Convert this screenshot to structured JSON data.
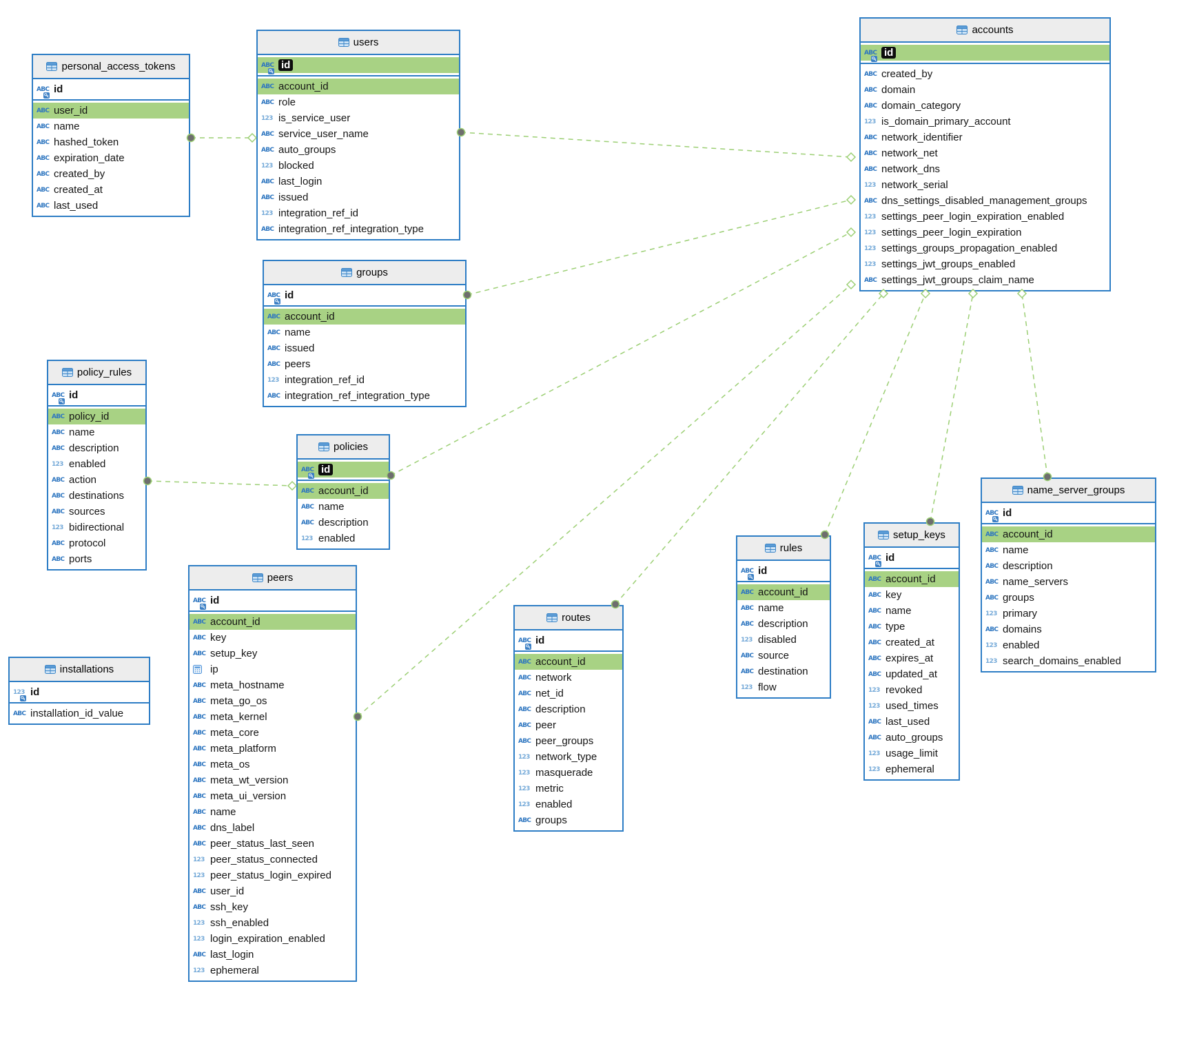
{
  "diagram": {
    "type": "entity-relationship-diagram",
    "type_icons": {
      "text": "ABC",
      "num": "123"
    },
    "colors": {
      "table_border": "#2d7dc5",
      "header_bg": "#ededed",
      "fk_highlight": "#a8d284",
      "relationship_line": "#9ccf74",
      "text_type_icon": "#2e76c0",
      "numeric_type_icon": "#74a9d8",
      "selected_box_bg": "#0d0d0d"
    },
    "tables": [
      {
        "name": "personal_access_tokens",
        "columns": [
          {
            "name": "id",
            "type": "text",
            "pk": true
          },
          {
            "name": "user_id",
            "type": "text",
            "hl": true
          },
          {
            "name": "name",
            "type": "text"
          },
          {
            "name": "hashed_token",
            "type": "text"
          },
          {
            "name": "expiration_date",
            "type": "text"
          },
          {
            "name": "created_by",
            "type": "text"
          },
          {
            "name": "created_at",
            "type": "text"
          },
          {
            "name": "last_used",
            "type": "text"
          }
        ]
      },
      {
        "name": "users",
        "columns": [
          {
            "name": "id",
            "type": "text",
            "pk": true,
            "hl": true,
            "sel": true
          },
          {
            "name": "account_id",
            "type": "text",
            "hl": true
          },
          {
            "name": "role",
            "type": "text"
          },
          {
            "name": "is_service_user",
            "type": "num"
          },
          {
            "name": "service_user_name",
            "type": "text"
          },
          {
            "name": "auto_groups",
            "type": "text"
          },
          {
            "name": "blocked",
            "type": "num"
          },
          {
            "name": "last_login",
            "type": "text"
          },
          {
            "name": "issued",
            "type": "text"
          },
          {
            "name": "integration_ref_id",
            "type": "num"
          },
          {
            "name": "integration_ref_integration_type",
            "type": "text"
          }
        ]
      },
      {
        "name": "accounts",
        "columns": [
          {
            "name": "id",
            "type": "text",
            "pk": true,
            "hl": true,
            "sel": true
          },
          {
            "name": "created_by",
            "type": "text"
          },
          {
            "name": "domain",
            "type": "text"
          },
          {
            "name": "domain_category",
            "type": "text"
          },
          {
            "name": "is_domain_primary_account",
            "type": "num"
          },
          {
            "name": "network_identifier",
            "type": "text"
          },
          {
            "name": "network_net",
            "type": "text"
          },
          {
            "name": "network_dns",
            "type": "text"
          },
          {
            "name": "network_serial",
            "type": "num"
          },
          {
            "name": "dns_settings_disabled_management_groups",
            "type": "text"
          },
          {
            "name": "settings_peer_login_expiration_enabled",
            "type": "num"
          },
          {
            "name": "settings_peer_login_expiration",
            "type": "num"
          },
          {
            "name": "settings_groups_propagation_enabled",
            "type": "num"
          },
          {
            "name": "settings_jwt_groups_enabled",
            "type": "num"
          },
          {
            "name": "settings_jwt_groups_claim_name",
            "type": "text"
          }
        ]
      },
      {
        "name": "groups",
        "columns": [
          {
            "name": "id",
            "type": "text",
            "pk": true
          },
          {
            "name": "account_id",
            "type": "text",
            "hl": true
          },
          {
            "name": "name",
            "type": "text"
          },
          {
            "name": "issued",
            "type": "text"
          },
          {
            "name": "peers",
            "type": "text"
          },
          {
            "name": "integration_ref_id",
            "type": "num"
          },
          {
            "name": "integration_ref_integration_type",
            "type": "text"
          }
        ]
      },
      {
        "name": "policy_rules",
        "columns": [
          {
            "name": "id",
            "type": "text",
            "pk": true
          },
          {
            "name": "policy_id",
            "type": "text",
            "hl": true
          },
          {
            "name": "name",
            "type": "text"
          },
          {
            "name": "description",
            "type": "text"
          },
          {
            "name": "enabled",
            "type": "num"
          },
          {
            "name": "action",
            "type": "text"
          },
          {
            "name": "destinations",
            "type": "text"
          },
          {
            "name": "sources",
            "type": "text"
          },
          {
            "name": "bidirectional",
            "type": "num"
          },
          {
            "name": "protocol",
            "type": "text"
          },
          {
            "name": "ports",
            "type": "text"
          }
        ]
      },
      {
        "name": "policies",
        "columns": [
          {
            "name": "id",
            "type": "text",
            "pk": true,
            "hl": true,
            "sel": true
          },
          {
            "name": "account_id",
            "type": "text",
            "hl": true
          },
          {
            "name": "name",
            "type": "text"
          },
          {
            "name": "description",
            "type": "text"
          },
          {
            "name": "enabled",
            "type": "num"
          }
        ]
      },
      {
        "name": "peers",
        "columns": [
          {
            "name": "id",
            "type": "text",
            "pk": true
          },
          {
            "name": "account_id",
            "type": "text",
            "hl": true
          },
          {
            "name": "key",
            "type": "text"
          },
          {
            "name": "setup_key",
            "type": "text"
          },
          {
            "name": "ip",
            "type": "binary"
          },
          {
            "name": "meta_hostname",
            "type": "text"
          },
          {
            "name": "meta_go_os",
            "type": "text"
          },
          {
            "name": "meta_kernel",
            "type": "text"
          },
          {
            "name": "meta_core",
            "type": "text"
          },
          {
            "name": "meta_platform",
            "type": "text"
          },
          {
            "name": "meta_os",
            "type": "text"
          },
          {
            "name": "meta_wt_version",
            "type": "text"
          },
          {
            "name": "meta_ui_version",
            "type": "text"
          },
          {
            "name": "name",
            "type": "text"
          },
          {
            "name": "dns_label",
            "type": "text"
          },
          {
            "name": "peer_status_last_seen",
            "type": "text"
          },
          {
            "name": "peer_status_connected",
            "type": "num"
          },
          {
            "name": "peer_status_login_expired",
            "type": "num"
          },
          {
            "name": "user_id",
            "type": "text"
          },
          {
            "name": "ssh_key",
            "type": "text"
          },
          {
            "name": "ssh_enabled",
            "type": "num"
          },
          {
            "name": "login_expiration_enabled",
            "type": "num"
          },
          {
            "name": "last_login",
            "type": "text"
          },
          {
            "name": "ephemeral",
            "type": "num"
          }
        ]
      },
      {
        "name": "installations",
        "columns": [
          {
            "name": "id",
            "type": "num",
            "pk": true
          },
          {
            "name": "installation_id_value",
            "type": "text"
          }
        ]
      },
      {
        "name": "routes",
        "columns": [
          {
            "name": "id",
            "type": "text",
            "pk": true
          },
          {
            "name": "account_id",
            "type": "text",
            "hl": true
          },
          {
            "name": "network",
            "type": "text"
          },
          {
            "name": "net_id",
            "type": "text"
          },
          {
            "name": "description",
            "type": "text"
          },
          {
            "name": "peer",
            "type": "text"
          },
          {
            "name": "peer_groups",
            "type": "text"
          },
          {
            "name": "network_type",
            "type": "num"
          },
          {
            "name": "masquerade",
            "type": "num"
          },
          {
            "name": "metric",
            "type": "num"
          },
          {
            "name": "enabled",
            "type": "num"
          },
          {
            "name": "groups",
            "type": "text"
          }
        ]
      },
      {
        "name": "rules",
        "columns": [
          {
            "name": "id",
            "type": "text",
            "pk": true
          },
          {
            "name": "account_id",
            "type": "text",
            "hl": true
          },
          {
            "name": "name",
            "type": "text"
          },
          {
            "name": "description",
            "type": "text"
          },
          {
            "name": "disabled",
            "type": "num"
          },
          {
            "name": "source",
            "type": "text"
          },
          {
            "name": "destination",
            "type": "text"
          },
          {
            "name": "flow",
            "type": "num"
          }
        ]
      },
      {
        "name": "setup_keys",
        "columns": [
          {
            "name": "id",
            "type": "text",
            "pk": true
          },
          {
            "name": "account_id",
            "type": "text",
            "hl": true
          },
          {
            "name": "key",
            "type": "text"
          },
          {
            "name": "name",
            "type": "text"
          },
          {
            "name": "type",
            "type": "text"
          },
          {
            "name": "created_at",
            "type": "text"
          },
          {
            "name": "expires_at",
            "type": "text"
          },
          {
            "name": "updated_at",
            "type": "text"
          },
          {
            "name": "revoked",
            "type": "num"
          },
          {
            "name": "used_times",
            "type": "num"
          },
          {
            "name": "last_used",
            "type": "text"
          },
          {
            "name": "auto_groups",
            "type": "text"
          },
          {
            "name": "usage_limit",
            "type": "num"
          },
          {
            "name": "ephemeral",
            "type": "num"
          }
        ]
      },
      {
        "name": "name_server_groups",
        "columns": [
          {
            "name": "id",
            "type": "text",
            "pk": true
          },
          {
            "name": "account_id",
            "type": "text",
            "hl": true
          },
          {
            "name": "name",
            "type": "text"
          },
          {
            "name": "description",
            "type": "text"
          },
          {
            "name": "name_servers",
            "type": "text"
          },
          {
            "name": "groups",
            "type": "text"
          },
          {
            "name": "primary",
            "type": "num"
          },
          {
            "name": "domains",
            "type": "text"
          },
          {
            "name": "enabled",
            "type": "num"
          },
          {
            "name": "search_domains_enabled",
            "type": "num"
          }
        ]
      }
    ],
    "relationships": [
      {
        "from": "personal_access_tokens",
        "to": "users"
      },
      {
        "from": "users",
        "to": "accounts"
      },
      {
        "from": "groups",
        "to": "accounts"
      },
      {
        "from": "policies",
        "to": "accounts"
      },
      {
        "from": "policy_rules",
        "to": "policies"
      },
      {
        "from": "peers",
        "to": "accounts"
      },
      {
        "from": "routes",
        "to": "accounts"
      },
      {
        "from": "rules",
        "to": "accounts"
      },
      {
        "from": "setup_keys",
        "to": "accounts"
      },
      {
        "from": "name_server_groups",
        "to": "accounts"
      }
    ]
  }
}
